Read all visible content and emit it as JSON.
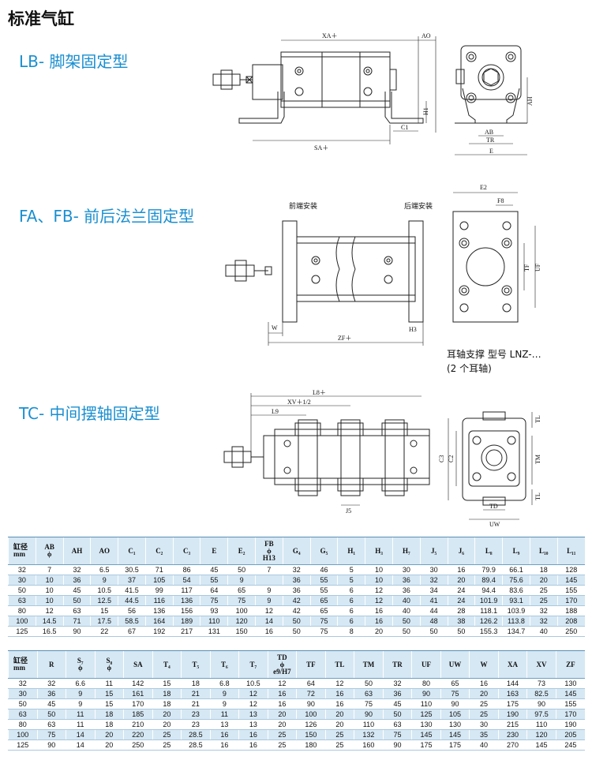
{
  "page_title": "标准气缸",
  "sections": {
    "lb": "LB- 脚架固定型",
    "fa": "FA、FB- 前后法兰固定型",
    "tc": "TC- 中间摆轴固定型"
  },
  "labels": {
    "lb": [
      "XA＋",
      "AO",
      "H1",
      "C1",
      "SA＋",
      "AH",
      "AB",
      "TR",
      "E"
    ],
    "fa": [
      "前端安装",
      "后端安装",
      "W",
      "ZF＋",
      "H3",
      "E2",
      "F8",
      "TF",
      "UF"
    ],
    "tc": [
      "L8＋",
      "XV＋1/2",
      "L9",
      "J5",
      "C3",
      "C2",
      "TM",
      "TL",
      "TL",
      "TD",
      "UW"
    ]
  },
  "note": {
    "line1": "耳轴支撑  型号  LNZ-…",
    "line2": "(2 个耳轴)"
  },
  "table1": {
    "headers": [
      [
        "缸径",
        "mm"
      ],
      [
        "AB",
        "ϕ"
      ],
      [
        "AH"
      ],
      [
        "AO"
      ],
      [
        "C₁"
      ],
      [
        "C₂"
      ],
      [
        "C₃"
      ],
      [
        "E"
      ],
      [
        "E₂"
      ],
      [
        "FB",
        "ϕ",
        "H13"
      ],
      [
        "G₄"
      ],
      [
        "G₅"
      ],
      [
        "H₁"
      ],
      [
        "H₃"
      ],
      [
        "H₇"
      ],
      [
        "J₅"
      ],
      [
        "J₆"
      ],
      [
        "L₈"
      ],
      [
        "L₉"
      ],
      [
        "L₁₀"
      ],
      [
        "L₁₁"
      ]
    ],
    "rows": [
      [
        "32",
        "7",
        "32",
        "6.5",
        "30.5",
        "71",
        "86",
        "45",
        "50",
        "7",
        "32",
        "46",
        "5",
        "10",
        "30",
        "30",
        "16",
        "79.9",
        "66.1",
        "18",
        "128"
      ],
      [
        "30",
        "10",
        "36",
        "9",
        "37",
        "105",
        "54",
        "55",
        "9",
        "",
        "36",
        "55",
        "5",
        "10",
        "36",
        "32",
        "20",
        "89.4",
        "75.6",
        "20",
        "145"
      ],
      [
        "50",
        "10",
        "45",
        "10.5",
        "41.5",
        "99",
        "117",
        "64",
        "65",
        "9",
        "36",
        "55",
        "6",
        "12",
        "36",
        "34",
        "24",
        "94.4",
        "83.6",
        "25",
        "155"
      ],
      [
        "63",
        "10",
        "50",
        "12.5",
        "44.5",
        "116",
        "136",
        "75",
        "75",
        "9",
        "42",
        "65",
        "6",
        "12",
        "40",
        "41",
        "24",
        "101.9",
        "93.1",
        "25",
        "170"
      ],
      [
        "80",
        "12",
        "63",
        "15",
        "56",
        "136",
        "156",
        "93",
        "100",
        "12",
        "42",
        "65",
        "6",
        "16",
        "40",
        "44",
        "28",
        "118.1",
        "103.9",
        "32",
        "188"
      ],
      [
        "100",
        "14.5",
        "71",
        "17.5",
        "58.5",
        "164",
        "189",
        "110",
        "120",
        "14",
        "50",
        "75",
        "6",
        "16",
        "50",
        "48",
        "38",
        "126.2",
        "113.8",
        "32",
        "208"
      ],
      [
        "125",
        "16.5",
        "90",
        "22",
        "67",
        "192",
        "217",
        "131",
        "150",
        "16",
        "50",
        "75",
        "8",
        "20",
        "50",
        "50",
        "50",
        "155.3",
        "134.7",
        "40",
        "250"
      ]
    ]
  },
  "table2": {
    "headers": [
      [
        "缸径",
        "mm"
      ],
      [
        "R"
      ],
      [
        "S₇",
        "ϕ"
      ],
      [
        "S₈",
        "ϕ"
      ],
      [
        "SA"
      ],
      [
        "T₄"
      ],
      [
        "T₅"
      ],
      [
        "T₆"
      ],
      [
        "T₇"
      ],
      [
        "TD",
        "ϕ",
        "e9/H7"
      ],
      [
        "TF"
      ],
      [
        "TL"
      ],
      [
        "TM"
      ],
      [
        "TR"
      ],
      [
        "UF"
      ],
      [
        "UW"
      ],
      [
        "W"
      ],
      [
        "XA"
      ],
      [
        "XV"
      ],
      [
        "ZF"
      ]
    ],
    "rows": [
      [
        "32",
        "32",
        "6.6",
        "11",
        "142",
        "15",
        "18",
        "6.8",
        "10.5",
        "12",
        "64",
        "12",
        "50",
        "32",
        "80",
        "65",
        "16",
        "144",
        "73",
        "130"
      ],
      [
        "30",
        "36",
        "9",
        "15",
        "161",
        "18",
        "21",
        "9",
        "12",
        "16",
        "72",
        "16",
        "63",
        "36",
        "90",
        "75",
        "20",
        "163",
        "82.5",
        "145"
      ],
      [
        "50",
        "45",
        "9",
        "15",
        "170",
        "18",
        "21",
        "9",
        "12",
        "16",
        "90",
        "16",
        "75",
        "45",
        "110",
        "90",
        "25",
        "175",
        "90",
        "155"
      ],
      [
        "63",
        "50",
        "11",
        "18",
        "185",
        "20",
        "23",
        "11",
        "13",
        "20",
        "100",
        "20",
        "90",
        "50",
        "125",
        "105",
        "25",
        "190",
        "97.5",
        "170"
      ],
      [
        "80",
        "63",
        "11",
        "18",
        "210",
        "20",
        "23",
        "13",
        "13",
        "20",
        "126",
        "20",
        "110",
        "63",
        "130",
        "130",
        "30",
        "215",
        "110",
        "190"
      ],
      [
        "100",
        "75",
        "14",
        "20",
        "220",
        "25",
        "28.5",
        "16",
        "16",
        "25",
        "150",
        "25",
        "132",
        "75",
        "145",
        "145",
        "35",
        "230",
        "120",
        "205"
      ],
      [
        "125",
        "90",
        "14",
        "20",
        "250",
        "25",
        "28.5",
        "16",
        "16",
        "25",
        "180",
        "25",
        "160",
        "90",
        "175",
        "175",
        "40",
        "270",
        "145",
        "245"
      ]
    ]
  }
}
